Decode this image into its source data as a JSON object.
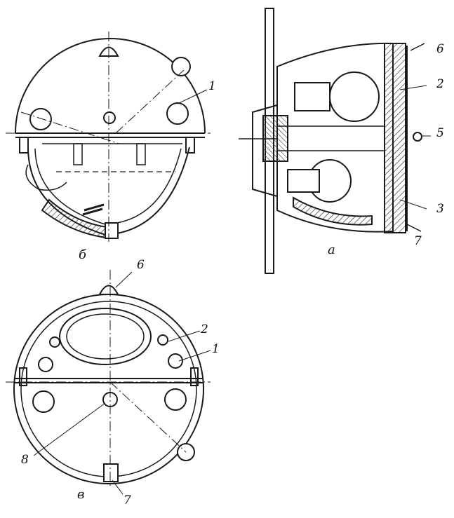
{
  "views": {
    "a": "a",
    "b": "б",
    "c": "в"
  },
  "callouts": {
    "a": [
      "6",
      "2",
      "5",
      "3",
      "7"
    ],
    "b": [
      "1"
    ],
    "c": [
      "6",
      "2",
      "1",
      "8",
      "7"
    ]
  },
  "colors": {
    "ink": "#1a1a1a",
    "paper": "#ffffff"
  }
}
